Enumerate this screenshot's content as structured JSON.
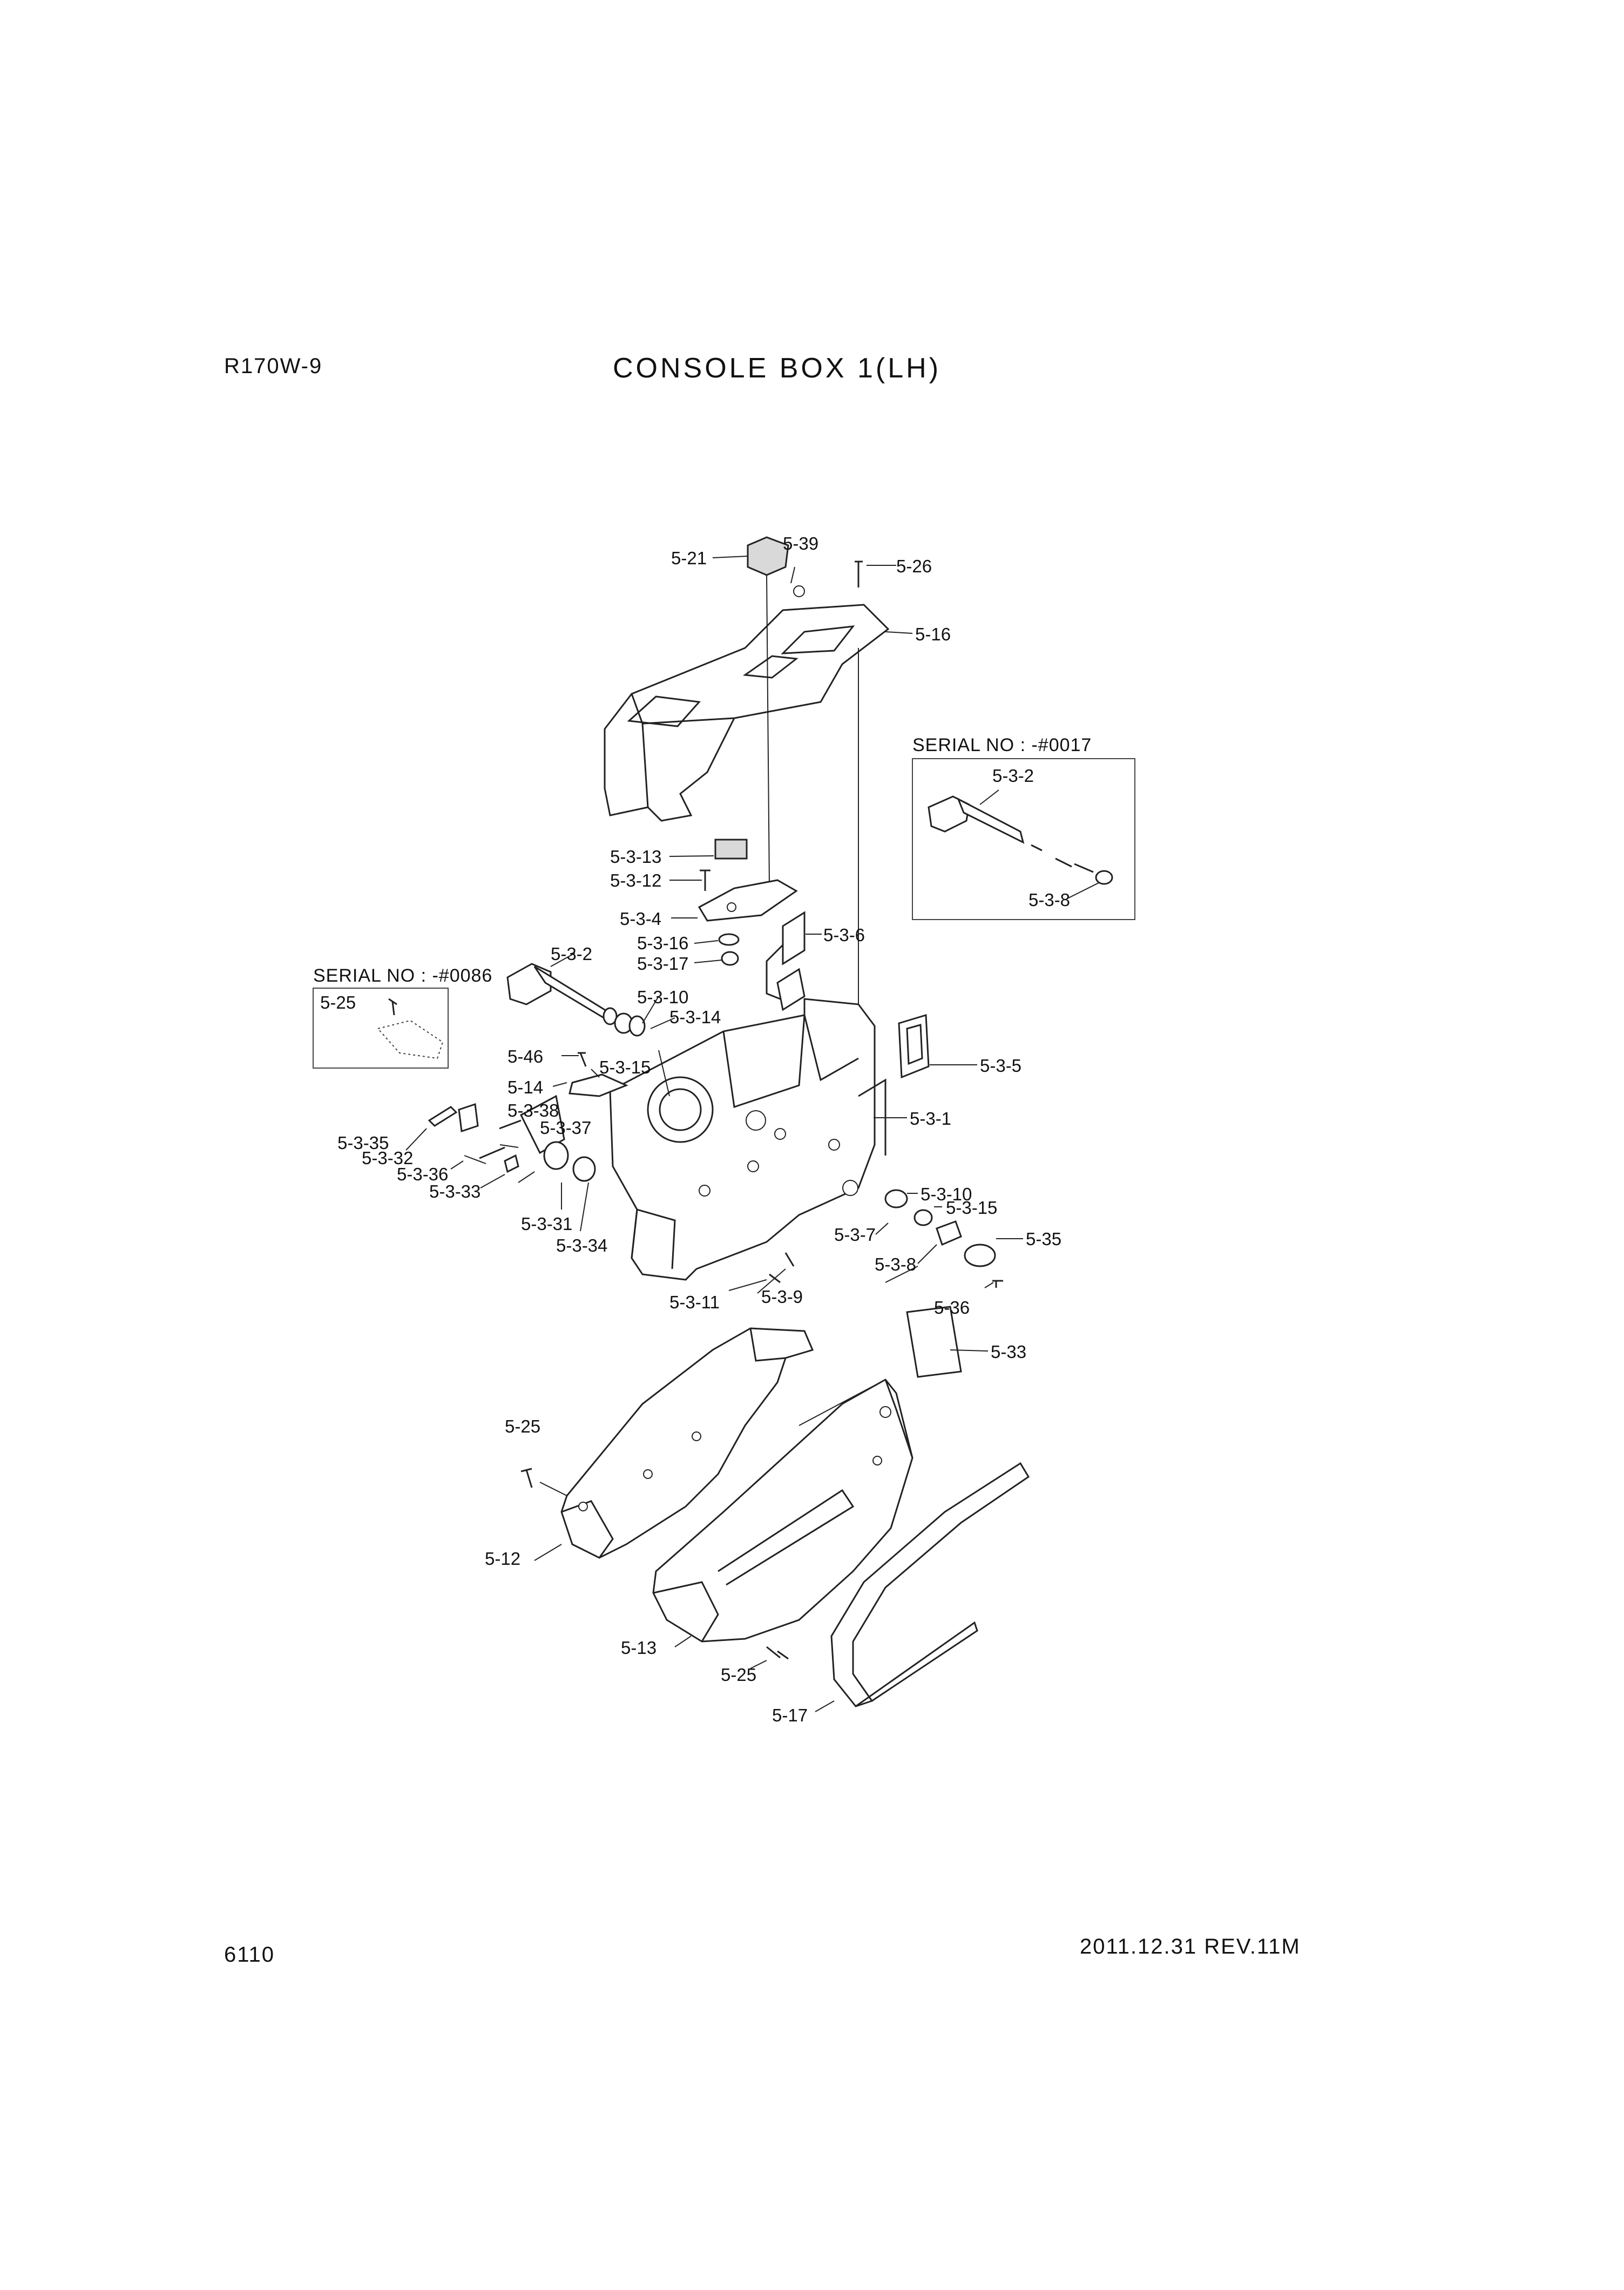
{
  "header": {
    "model": "R170W-9",
    "title": "CONSOLE BOX 1(LH)",
    "page_number": "6110",
    "revision": "2011.12.31  REV.11M"
  },
  "insets": {
    "right": {
      "serial": "SERIAL NO : -#0017",
      "labels": [
        "5-3-2",
        "5-3-8"
      ]
    },
    "left": {
      "serial": "SERIAL NO : -#0086",
      "labels": [
        "5-25"
      ]
    }
  },
  "callouts": [
    "5-21",
    "5-39",
    "5-26",
    "5-16",
    "5-3-13",
    "5-3-12",
    "5-3-4",
    "5-3-16",
    "5-3-17",
    "5-3-6",
    "5-3-2",
    "5-3-10",
    "5-3-14",
    "5-46",
    "5-3-15",
    "5-3-5",
    "5-14",
    "5-3-38",
    "5-3-37",
    "5-3-35",
    "5-3-32",
    "5-3-36",
    "5-3-33",
    "5-3-1",
    "5-3-31",
    "5-3-34",
    "5-3-10",
    "5-3-15",
    "5-3-7",
    "5-35",
    "5-3-8",
    "5-3-11",
    "5-3-9",
    "5-36",
    "5-33",
    "5-25",
    "5-12",
    "5-13",
    "5-25",
    "5-17"
  ]
}
